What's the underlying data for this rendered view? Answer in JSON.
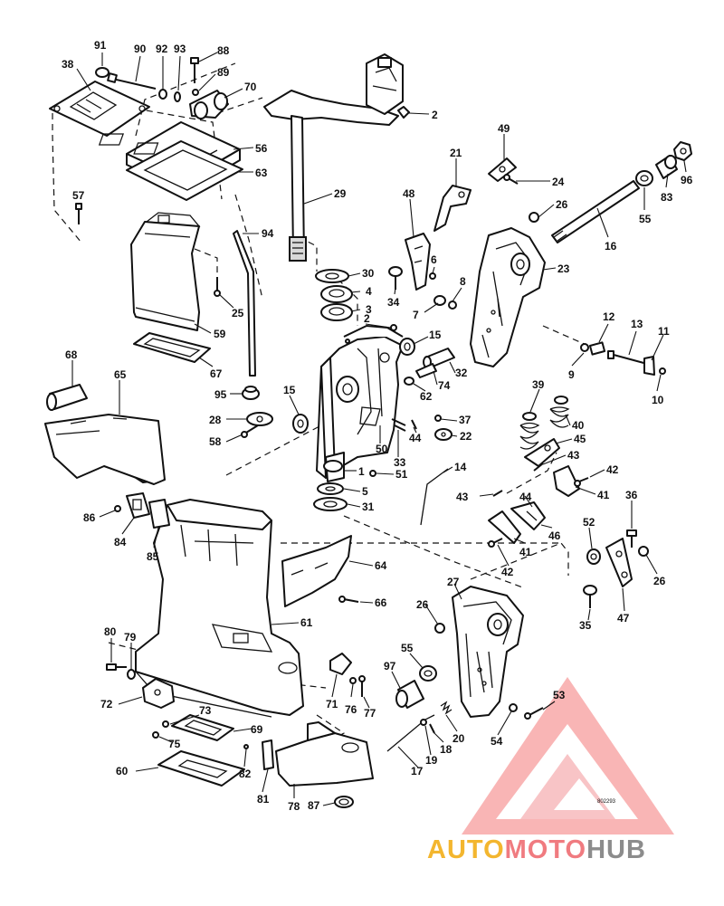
{
  "diagram": {
    "drawing_code": "802293",
    "colors": {
      "line": "#111111",
      "fill": "#ffffff",
      "shade": "#d9d9d9"
    },
    "callouts": [
      "91",
      "90",
      "92",
      "93",
      "88",
      "89",
      "70",
      "38",
      "2",
      "49",
      "21",
      "24",
      "56",
      "63",
      "29",
      "57",
      "48",
      "26",
      "96",
      "83",
      "55",
      "16",
      "94",
      "30",
      "23",
      "4",
      "6",
      "8",
      "25",
      "3",
      "34",
      "7",
      "59",
      "2",
      "15",
      "12",
      "13",
      "11",
      "67",
      "68",
      "65",
      "9",
      "10",
      "32",
      "74",
      "62",
      "95",
      "15",
      "39",
      "37",
      "40",
      "28",
      "44",
      "22",
      "45",
      "58",
      "50",
      "33",
      "43",
      "1",
      "51",
      "14",
      "42",
      "41",
      "44",
      "5",
      "43",
      "31",
      "36",
      "86",
      "84",
      "85",
      "52",
      "26",
      "42",
      "46",
      "41",
      "64",
      "27",
      "47",
      "66",
      "26",
      "35",
      "61",
      "80",
      "79",
      "55",
      "53",
      "72",
      "97",
      "73",
      "76",
      "77",
      "71",
      "20",
      "18",
      "54",
      "69",
      "75",
      "82",
      "19",
      "17",
      "60",
      "81",
      "78",
      "87"
    ]
  },
  "watermark": {
    "auto": "AUTO",
    "moto": "MOTO",
    "hub": "HUB",
    "colors": {
      "auto": "#f3b62f",
      "moto": "#f07b80",
      "hub": "#8c8c8c",
      "triangle": "#ef4b4b"
    }
  }
}
